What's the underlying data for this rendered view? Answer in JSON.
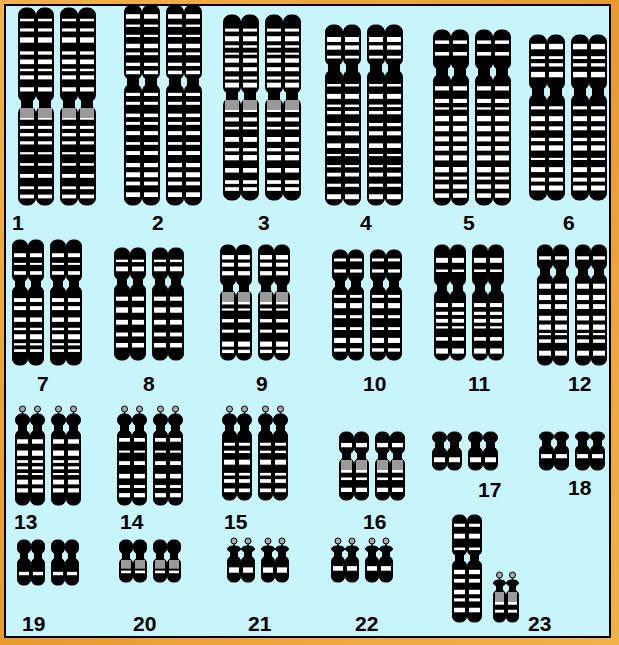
{
  "diagram": {
    "labels": [
      "1",
      "2",
      "3",
      "4",
      "5",
      "6",
      "7",
      "8",
      "9",
      "10",
      "11",
      "12",
      "13",
      "14",
      "15",
      "16",
      "17",
      "18",
      "19",
      "20",
      "21",
      "22",
      "23"
    ]
  }
}
